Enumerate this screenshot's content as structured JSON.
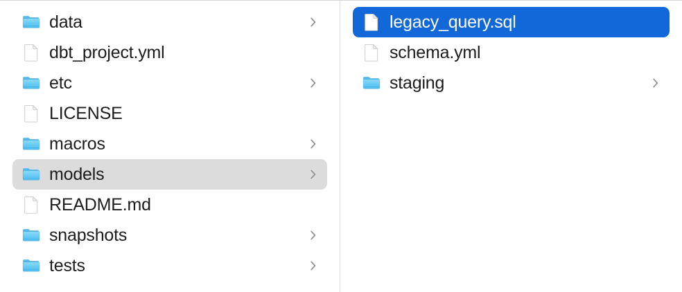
{
  "window": {
    "view": "column-browser",
    "colors": {
      "selection_active": "#1268d8",
      "selection_inactive": "#dcdcdc",
      "folder_icon": "#5ac8f5",
      "text": "#1c1c1e",
      "text_selected": "#ffffff",
      "divider": "#dcdcdc",
      "background": "#ffffff"
    }
  },
  "columns": [
    {
      "name": "parent-column",
      "items": [
        {
          "label": "data",
          "kind": "folder",
          "icon": "folder-icon",
          "has_chevron": true,
          "selected": "none"
        },
        {
          "label": "dbt_project.yml",
          "kind": "file",
          "icon": "document-icon",
          "has_chevron": false,
          "selected": "none"
        },
        {
          "label": "etc",
          "kind": "folder",
          "icon": "folder-icon",
          "has_chevron": true,
          "selected": "none"
        },
        {
          "label": "LICENSE",
          "kind": "file",
          "icon": "document-icon",
          "has_chevron": false,
          "selected": "none"
        },
        {
          "label": "macros",
          "kind": "folder",
          "icon": "folder-icon",
          "has_chevron": true,
          "selected": "none"
        },
        {
          "label": "models",
          "kind": "folder",
          "icon": "folder-icon",
          "has_chevron": true,
          "selected": "inactive"
        },
        {
          "label": "README.md",
          "kind": "file",
          "icon": "document-icon",
          "has_chevron": false,
          "selected": "none"
        },
        {
          "label": "snapshots",
          "kind": "folder",
          "icon": "folder-icon",
          "has_chevron": true,
          "selected": "none"
        },
        {
          "label": "tests",
          "kind": "folder",
          "icon": "folder-icon",
          "has_chevron": true,
          "selected": "none"
        }
      ]
    },
    {
      "name": "child-column",
      "items": [
        {
          "label": "legacy_query.sql",
          "kind": "file",
          "icon": "document-icon",
          "has_chevron": false,
          "selected": "active"
        },
        {
          "label": "schema.yml",
          "kind": "file",
          "icon": "document-icon",
          "has_chevron": false,
          "selected": "none"
        },
        {
          "label": "staging",
          "kind": "folder",
          "icon": "folder-icon",
          "has_chevron": true,
          "selected": "none"
        }
      ]
    }
  ]
}
